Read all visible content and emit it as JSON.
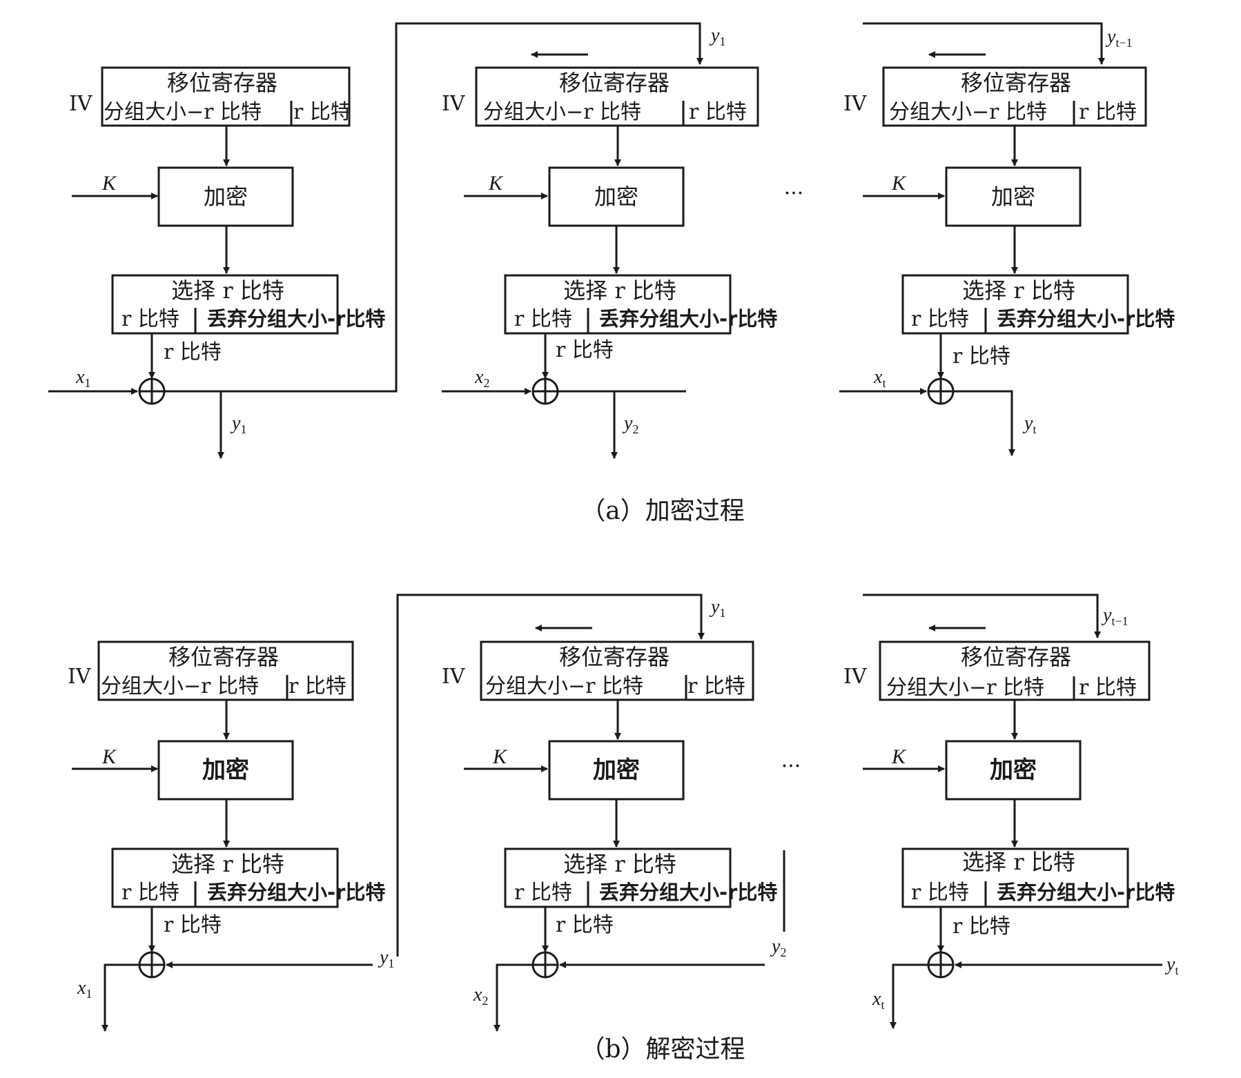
{
  "labels": {
    "shift_register": "移位寄存器",
    "block_minus_r": "分组大小−r 比特",
    "r_bits": "r 比特",
    "iv": "IV",
    "key": "K",
    "encrypt": "加密",
    "select_r": "选择 r 比特",
    "discard": "丢弃分组大小-r比特",
    "ellipsis": "···"
  },
  "captions": {
    "encryption": "（a）加密过程",
    "decryption": "（b）解密过程"
  },
  "encryption": {
    "stages": [
      {
        "x": "x",
        "x_sub": "1",
        "y": "y",
        "y_sub": "1"
      },
      {
        "x": "x",
        "x_sub": "2",
        "y": "y",
        "y_sub": "2",
        "in": "y",
        "in_sub": "1"
      },
      {
        "x": "x",
        "x_sub": "t",
        "y": "y",
        "y_sub": "t",
        "in": "y",
        "in_sub": "t−1"
      }
    ]
  },
  "decryption": {
    "stages": [
      {
        "x": "x",
        "x_sub": "1",
        "y": "y",
        "y_sub": "1"
      },
      {
        "x": "x",
        "x_sub": "2",
        "y": "y",
        "y_sub": "2",
        "in": "y",
        "in_sub": "1"
      },
      {
        "x": "x",
        "x_sub": "t",
        "y": "y",
        "y_sub": "t",
        "in": "y",
        "in_sub": "t−1"
      }
    ]
  }
}
